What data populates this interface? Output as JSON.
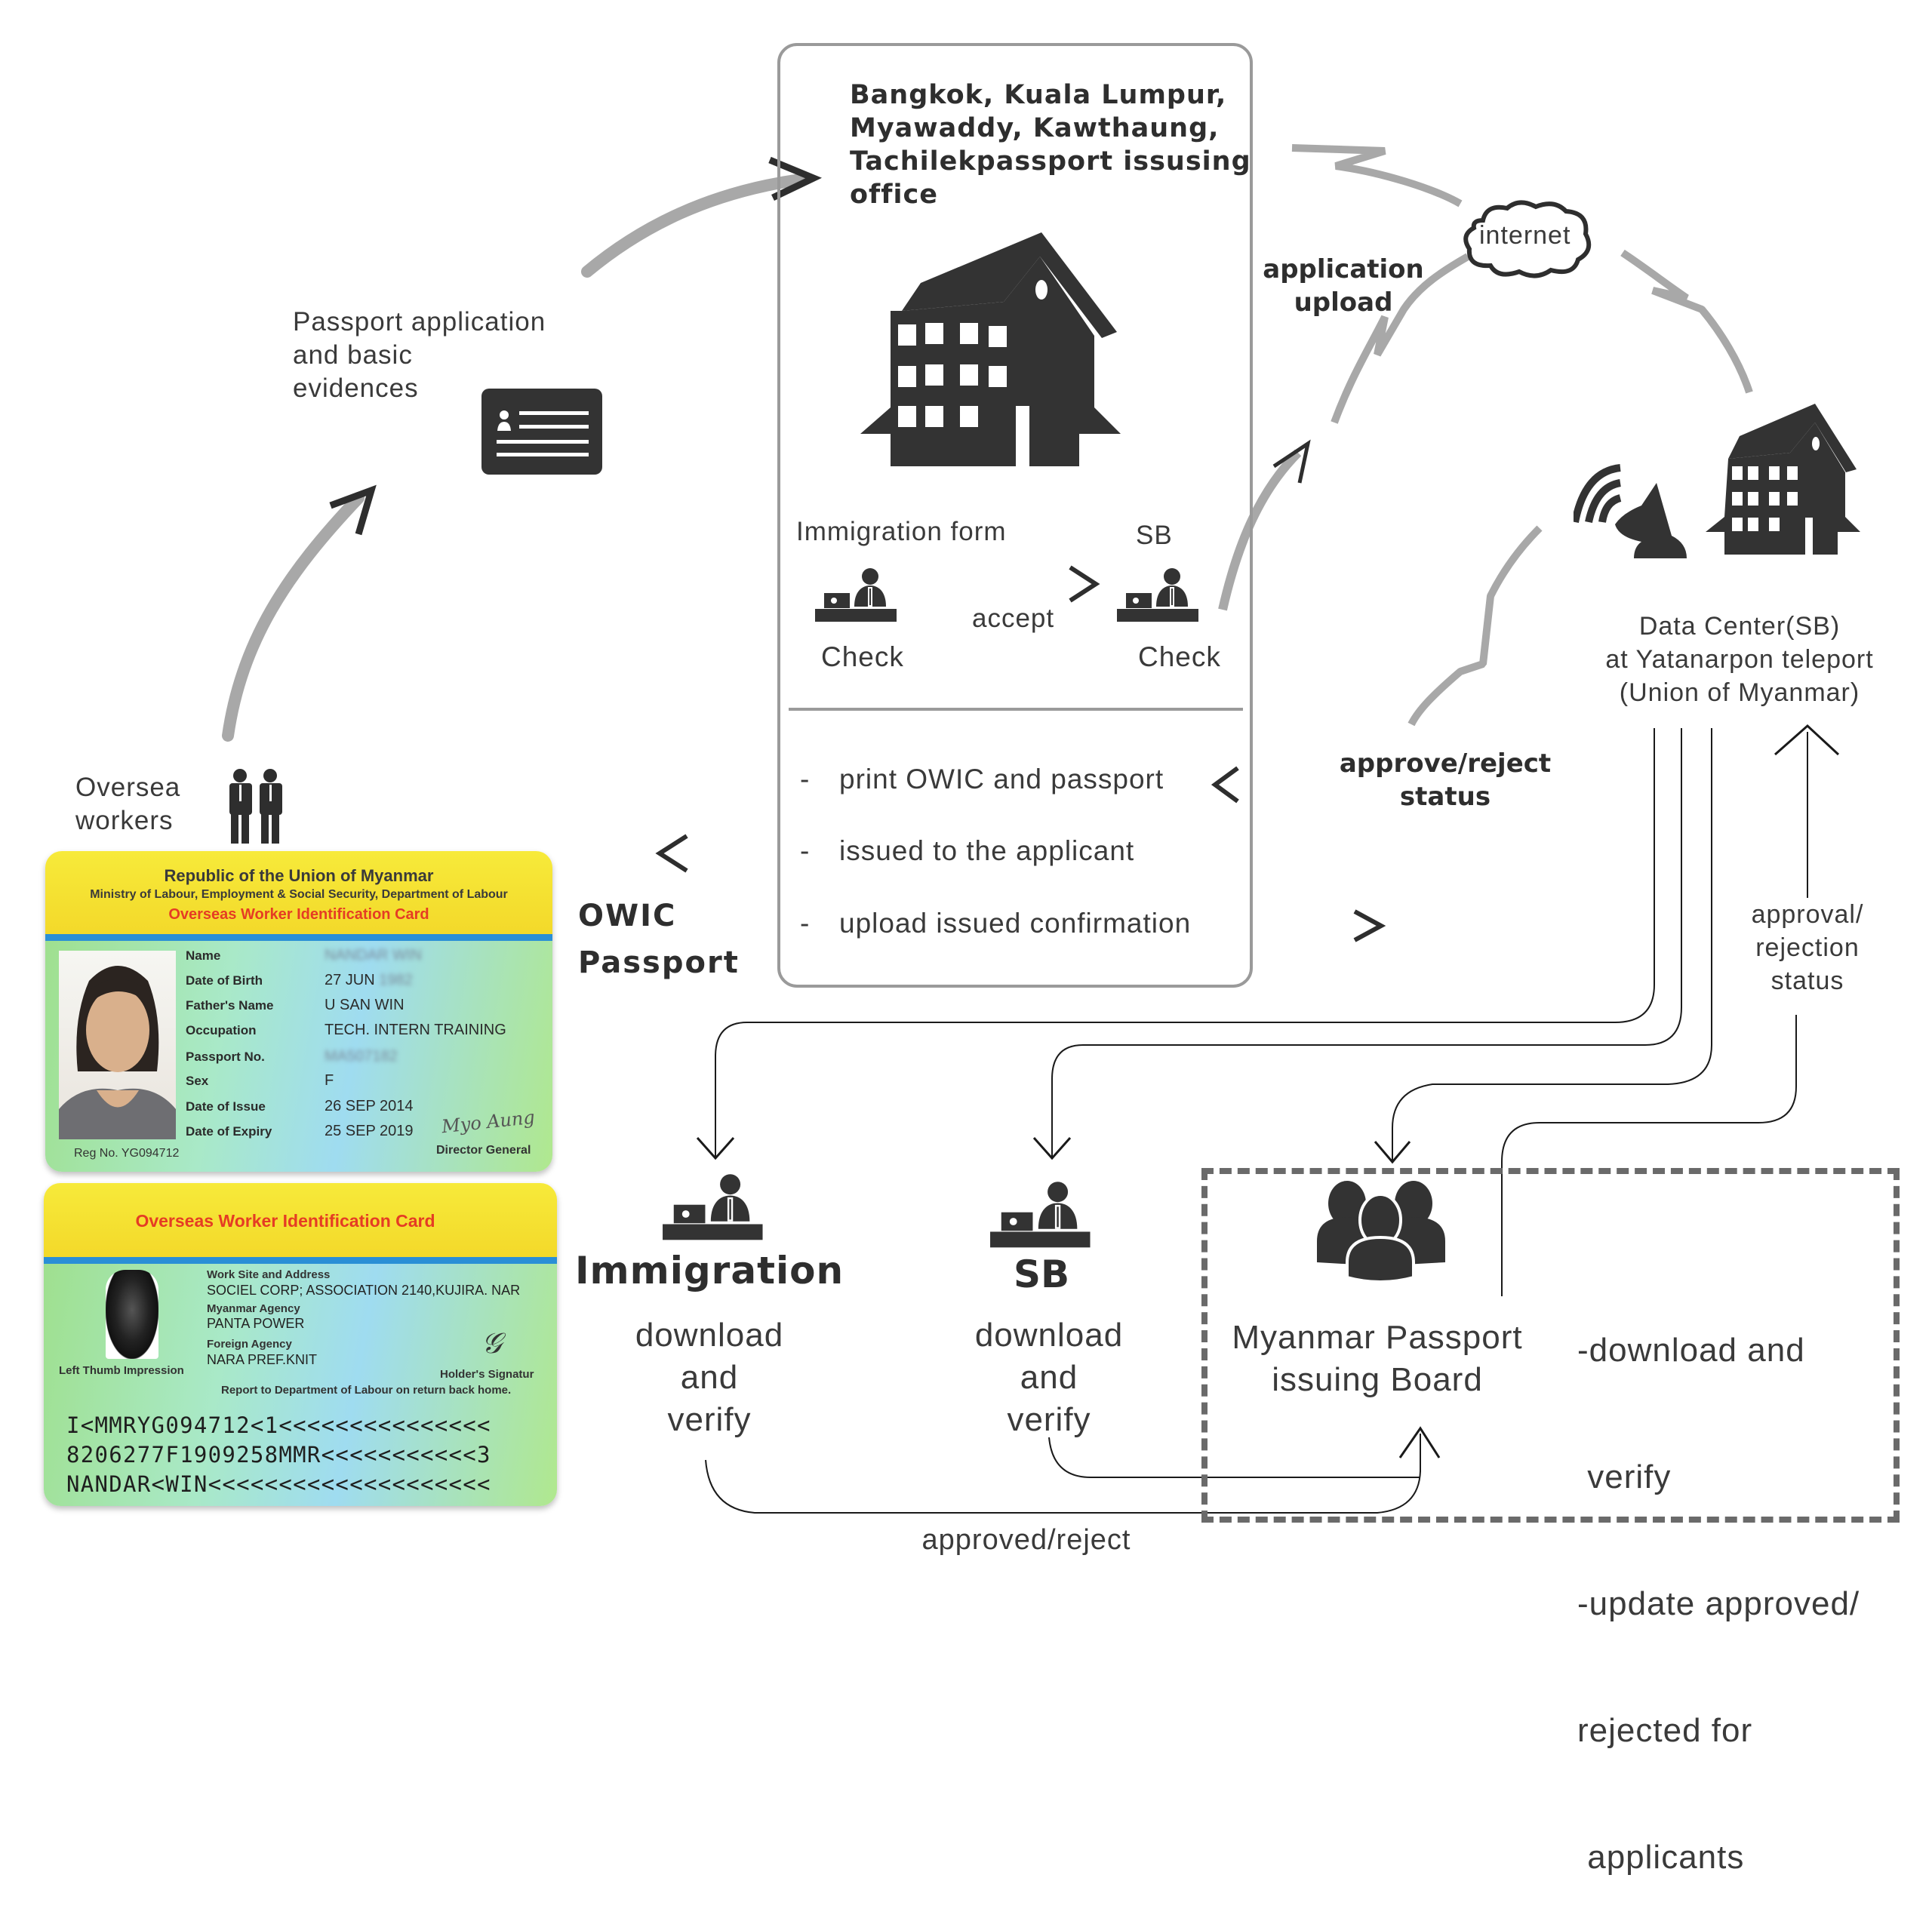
{
  "office": {
    "title_lines": [
      "Bangkok, Kuala Lumpur,",
      "Myawaddy, Kawthaung,",
      "Tachilekpassport issusing",
      "office"
    ],
    "immigration_form_label": "Immigration form",
    "sb_label": "SB",
    "check_left": "Check",
    "check_right": "Check",
    "accept_label": "accept",
    "steps": [
      {
        "dash": "-",
        "text": "print OWIC and passport"
      },
      {
        "dash": "-",
        "text": "issued to the applicant"
      },
      {
        "dash": "-",
        "text": "upload issued confirmation"
      }
    ]
  },
  "application": {
    "lines": [
      "Passport application",
      "and basic",
      "evidences"
    ]
  },
  "workers": {
    "lines": [
      "Oversea",
      "workers"
    ]
  },
  "owic": {
    "lines": [
      "OWIC",
      "Passport"
    ]
  },
  "network": {
    "internet_label": "internet",
    "application_upload": [
      "application",
      "upload"
    ],
    "approve_reject_status": [
      "approve/reject",
      "status"
    ]
  },
  "data_center": {
    "lines": [
      "Data Center(SB)",
      "at Yatanarpon teleport",
      "(Union of Myanmar)"
    ],
    "approval_status": [
      "approval/",
      "rejection",
      "status"
    ]
  },
  "immigration": {
    "title": "Immigration",
    "lines": [
      "download",
      "and",
      "verify"
    ]
  },
  "sb": {
    "title": "SB",
    "lines": [
      "download",
      "and",
      "verify"
    ]
  },
  "board": {
    "name_lines": [
      "Myanmar Passport",
      "issuing Board"
    ],
    "tasks": [
      "-download and",
      " verify",
      "-update approved/",
      "rejected for",
      " applicants"
    ]
  },
  "approved_reject_label": "approved/reject",
  "card_front": {
    "title1": "Republic of the Union of Myanmar",
    "title2": "Ministry of Labour, Employment & Social Security, Department of Labour",
    "title3": "Overseas Worker Identification Card",
    "fields": [
      {
        "label": "Name",
        "value": "NANDAR WIN",
        "blurred": true
      },
      {
        "label": "Date of Birth",
        "value": "27 JUN",
        "suffix": "1982",
        "blurred_suffix": true
      },
      {
        "label": "Father's Name",
        "value": "U SAN WIN"
      },
      {
        "label": "Occupation",
        "value": "TECH. INTERN TRAINING"
      },
      {
        "label": "Passport No.",
        "value": "MA507182",
        "blurred": true
      },
      {
        "label": "Sex",
        "value": "F"
      },
      {
        "label": "Date of Issue",
        "value": "26 SEP 2014"
      },
      {
        "label": "Date of Expiry",
        "value": "25 SEP 2019"
      }
    ],
    "reg_no": "Reg No. YG094712",
    "signature": "Myo Aung",
    "signer_title": "Director General"
  },
  "card_back": {
    "title": "Overseas Worker Identification Card",
    "work_site_label": "Work Site and Address",
    "work_site_value": "SOCIEL CORP; ASSOCIATION 2140,KUJIRA. NAR",
    "myanmar_agency_label": "Myanmar Agency",
    "myanmar_agency_value": "PANTA POWER",
    "foreign_agency_label": "Foreign Agency",
    "foreign_agency_value": "NARA PREF.KNIT",
    "thumb_label": "Left Thumb Impression",
    "holder_sig_label": "Holder's Signatur",
    "report_note": "Report to Department of Labour on return back home.",
    "mrz": [
      "I<MMRYG094712<1<<<<<<<<<<<<<<<",
      "8206277F1909258MMR<<<<<<<<<<<3",
      "NANDAR<WIN<<<<<<<<<<<<<<<<<<<<"
    ]
  },
  "colors": {
    "arrow_gray": "#a8a8a8",
    "icon_dark": "#333333",
    "card_red": "#e53c24",
    "card_yellow": "#f5e232",
    "card_blue_stripe": "#2a8fd6"
  }
}
